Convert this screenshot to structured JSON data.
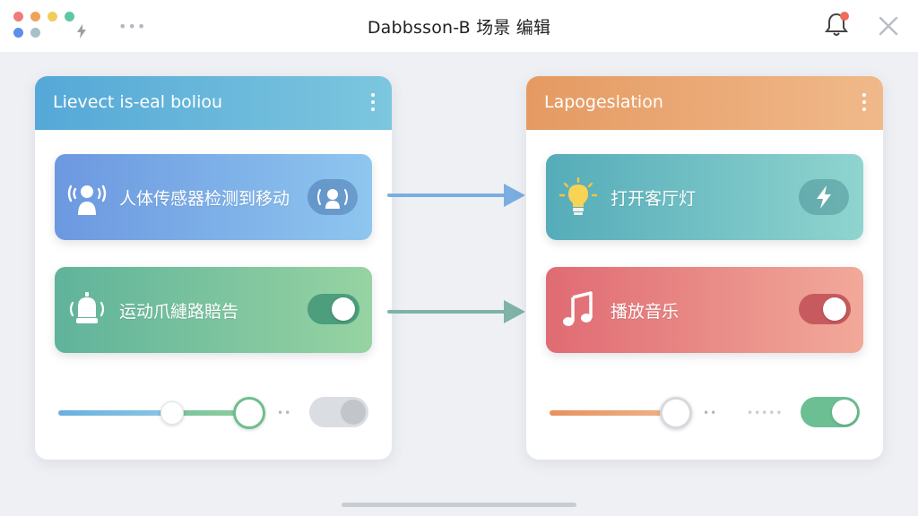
{
  "window": {
    "title": "Dabbsson-B 场景 编辑",
    "traffic_colors": [
      "#f07b7b",
      "#f0a25c",
      "#f2cd5c",
      "#5cc8a0",
      "#5b8fe8",
      "#a5c2c8"
    ]
  },
  "left_panel": {
    "title": "Lievect is-eal boliou",
    "cards": [
      {
        "label": "人体传感器检测到移动",
        "icon": "motion-sensor-icon"
      },
      {
        "label": "运动爪縺路賠告",
        "icon": "siren-icon",
        "toggle_on": true
      }
    ],
    "slider": {
      "value_fraction": 0.45,
      "handle2_fraction": 0.72
    },
    "toggle_on": false
  },
  "right_panel": {
    "title": "Lapogeslation",
    "cards": [
      {
        "label": "打开客厅灯",
        "icon": "lightbulb-icon"
      },
      {
        "label": "播放音乐",
        "icon": "music-note-icon",
        "toggle_on": true
      }
    ],
    "slider": {
      "value_fraction": 0.48
    },
    "toggle_on": true
  },
  "colors": {
    "left_header": "#55a8d7",
    "right_header": "#e59a62",
    "arrow_top": "#7aaee0",
    "arrow_bottom": "#7fb3a8"
  }
}
